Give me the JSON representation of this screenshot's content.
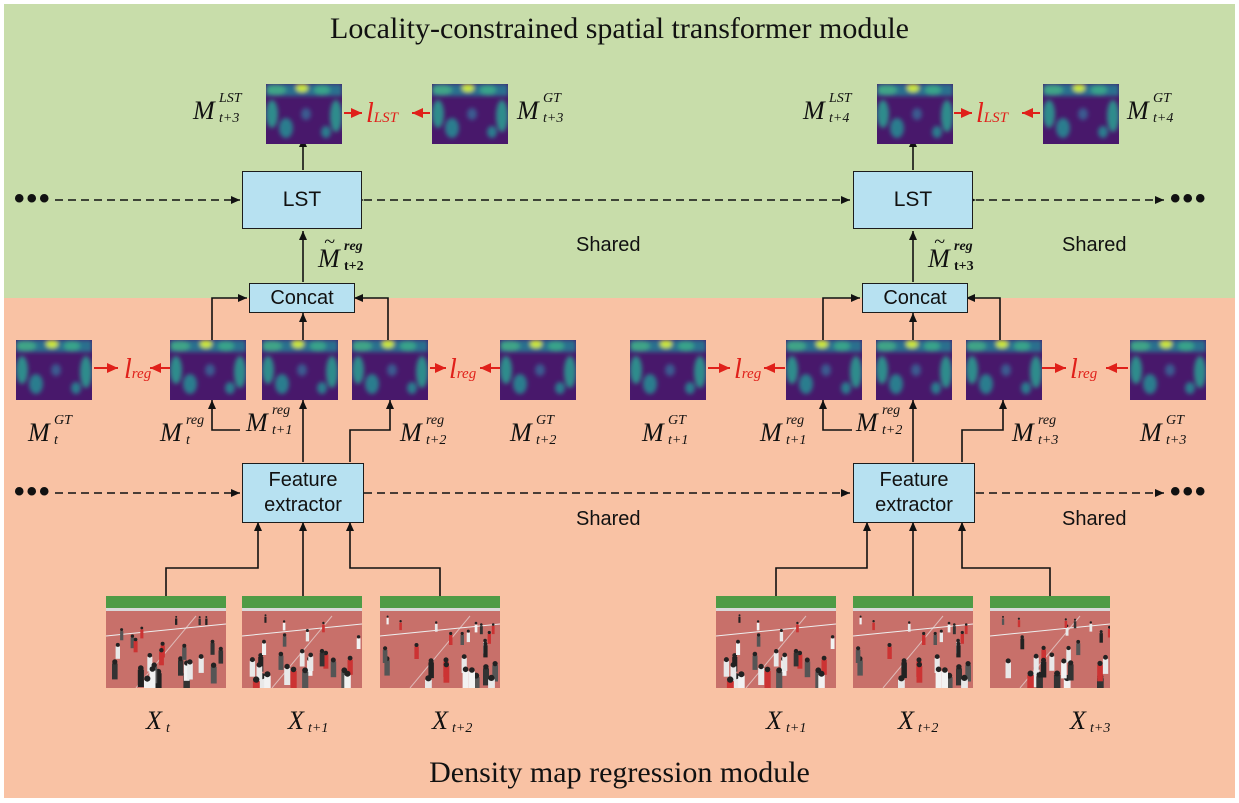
{
  "modules": {
    "top_title": "Locality-constrained spatial transformer module",
    "bottom_title": "Density map regression module"
  },
  "shared_label": "Shared",
  "blocks": {
    "lst": "LST",
    "concat": "Concat",
    "fe_line1": "Feature",
    "fe_line2": "extractor"
  },
  "colors": {
    "top_panel": "#c8ddaa",
    "bottom_panel": "#f9c2a4",
    "block_fill": "#b7e1f1",
    "loss_arrow": "#e0201a"
  },
  "left": {
    "lst_out": {
      "base": "M",
      "sup": "LST",
      "sub": "t+3"
    },
    "lst_gt": {
      "base": "M",
      "sup": "GT",
      "sub": "t+3"
    },
    "lst_loss": {
      "base": "l",
      "sub": "LST"
    },
    "concat_out": {
      "base": "M",
      "sup": "reg",
      "sub": "t+2"
    },
    "maps": [
      {
        "base": "M",
        "sup": "GT",
        "sub": "t"
      },
      {
        "base": "M",
        "sup": "reg",
        "sub": "t"
      },
      {
        "base": "M",
        "sup": "reg",
        "sub": "t+1"
      },
      {
        "base": "M",
        "sup": "reg",
        "sub": "t+2"
      },
      {
        "base": "M",
        "sup": "GT",
        "sub": "t+2"
      }
    ],
    "reg_loss": {
      "base": "l",
      "sub": "reg"
    },
    "inputs": [
      {
        "base": "X",
        "sub": "t"
      },
      {
        "base": "X",
        "sub": "t+1"
      },
      {
        "base": "X",
        "sub": "t+2"
      }
    ]
  },
  "right": {
    "lst_out": {
      "base": "M",
      "sup": "LST",
      "sub": "t+4"
    },
    "lst_gt": {
      "base": "M",
      "sup": "GT",
      "sub": "t+4"
    },
    "lst_loss": {
      "base": "l",
      "sub": "LST"
    },
    "concat_out": {
      "base": "M",
      "sup": "reg",
      "sub": "t+3"
    },
    "maps": [
      {
        "base": "M",
        "sup": "GT",
        "sub": "t+1"
      },
      {
        "base": "M",
        "sup": "reg",
        "sub": "t+1"
      },
      {
        "base": "M",
        "sup": "reg",
        "sub": "t+2"
      },
      {
        "base": "M",
        "sup": "reg",
        "sub": "t+3"
      },
      {
        "base": "M",
        "sup": "GT",
        "sub": "t+3"
      }
    ],
    "reg_loss": {
      "base": "l",
      "sub": "reg"
    },
    "inputs": [
      {
        "base": "X",
        "sub": "t+1"
      },
      {
        "base": "X",
        "sub": "t+2"
      },
      {
        "base": "X",
        "sub": "t+3"
      }
    ]
  },
  "ellipsis": "•••"
}
